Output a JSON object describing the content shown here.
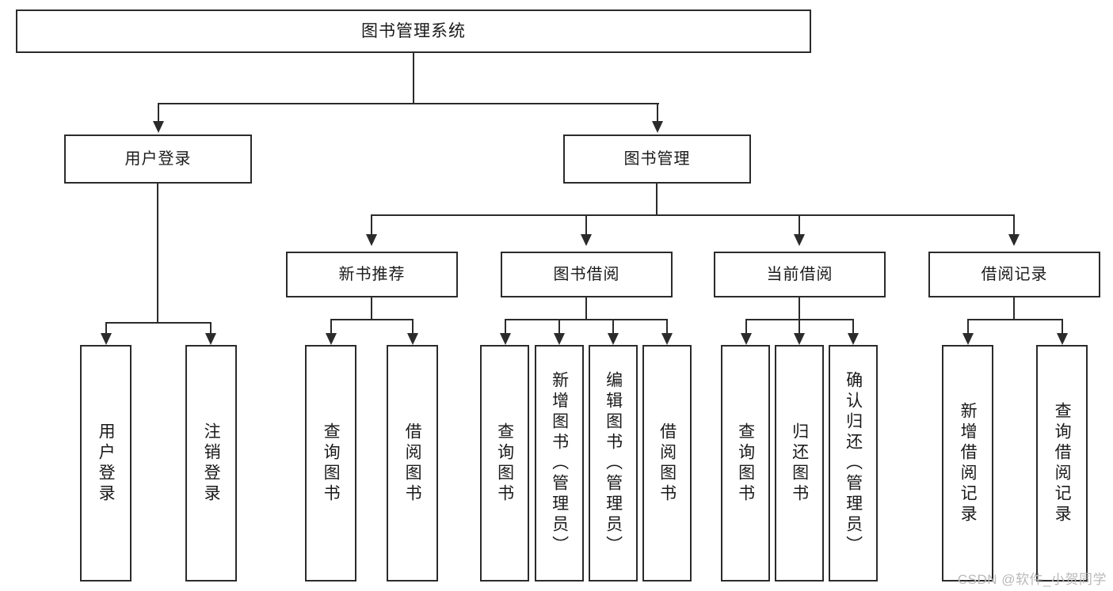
{
  "diagram": {
    "type": "tree-hierarchy",
    "title": "图书管理系统",
    "watermark": "CSDN @软件_小贺同学",
    "colors": {
      "stroke": "#2b2b2b",
      "fill": "#ffffff",
      "text": "#1a1a1a",
      "watermark": "#b9b9b9"
    },
    "root": {
      "label": "图书管理系统"
    },
    "level1": [
      {
        "label": "用户登录"
      },
      {
        "label": "图书管理"
      }
    ],
    "level2": [
      {
        "label": "新书推荐"
      },
      {
        "label": "图书借阅"
      },
      {
        "label": "当前借阅"
      },
      {
        "label": "借阅记录"
      }
    ],
    "leaves": [
      {
        "label": "用户登录",
        "parent": "用户登录"
      },
      {
        "label": "注销登录",
        "parent": "用户登录"
      },
      {
        "label": "查询图书",
        "parent": "新书推荐"
      },
      {
        "label": "借阅图书",
        "parent": "新书推荐"
      },
      {
        "label": "查询图书",
        "parent": "图书借阅"
      },
      {
        "label": "新增图书（管理员）",
        "parent": "图书借阅"
      },
      {
        "label": "编辑图书（管理员）",
        "parent": "图书借阅"
      },
      {
        "label": "借阅图书",
        "parent": "图书借阅"
      },
      {
        "label": "查询图书",
        "parent": "当前借阅"
      },
      {
        "label": "归还图书",
        "parent": "当前借阅"
      },
      {
        "label": "确认归还（管理员）",
        "parent": "当前借阅"
      },
      {
        "label": "新增借阅记录",
        "parent": "借阅记录"
      },
      {
        "label": "查询借阅记录",
        "parent": "借阅记录"
      }
    ]
  }
}
